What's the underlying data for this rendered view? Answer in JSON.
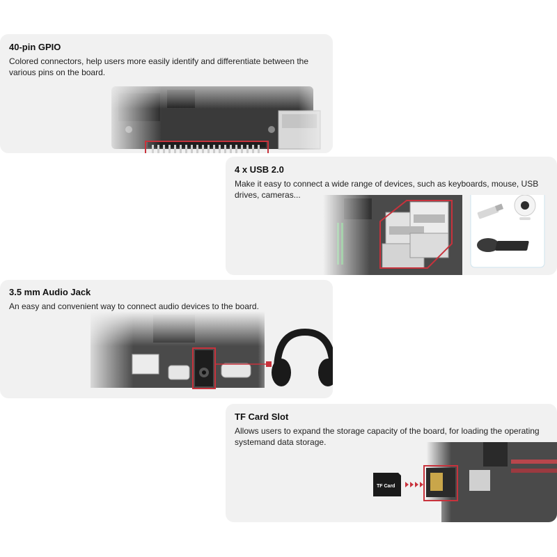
{
  "sections": [
    {
      "title": "40-pin GPIO",
      "description": "Colored connectors, help users more easily identify and differentiate between the various pins on the board."
    },
    {
      "title": "4 x USB 2.0",
      "description": "Make it easy to connect a wide range of devices, such as keyboards, mouse, USB drives, cameras..."
    },
    {
      "title": "3.5 mm Audio Jack",
      "description": "An easy and convenient way to connect audio devices to the board."
    },
    {
      "title": "TF Card Slot",
      "description": "Allows users to expand the storage capacity of the board, for loading the operating systemand data storage.",
      "card_label": "TF Card"
    }
  ],
  "colors": {
    "card_bg": "#f1f1f1",
    "highlight": "#c8323c",
    "pcb": "#3c3c3c",
    "pcb_dark": "#262626"
  }
}
